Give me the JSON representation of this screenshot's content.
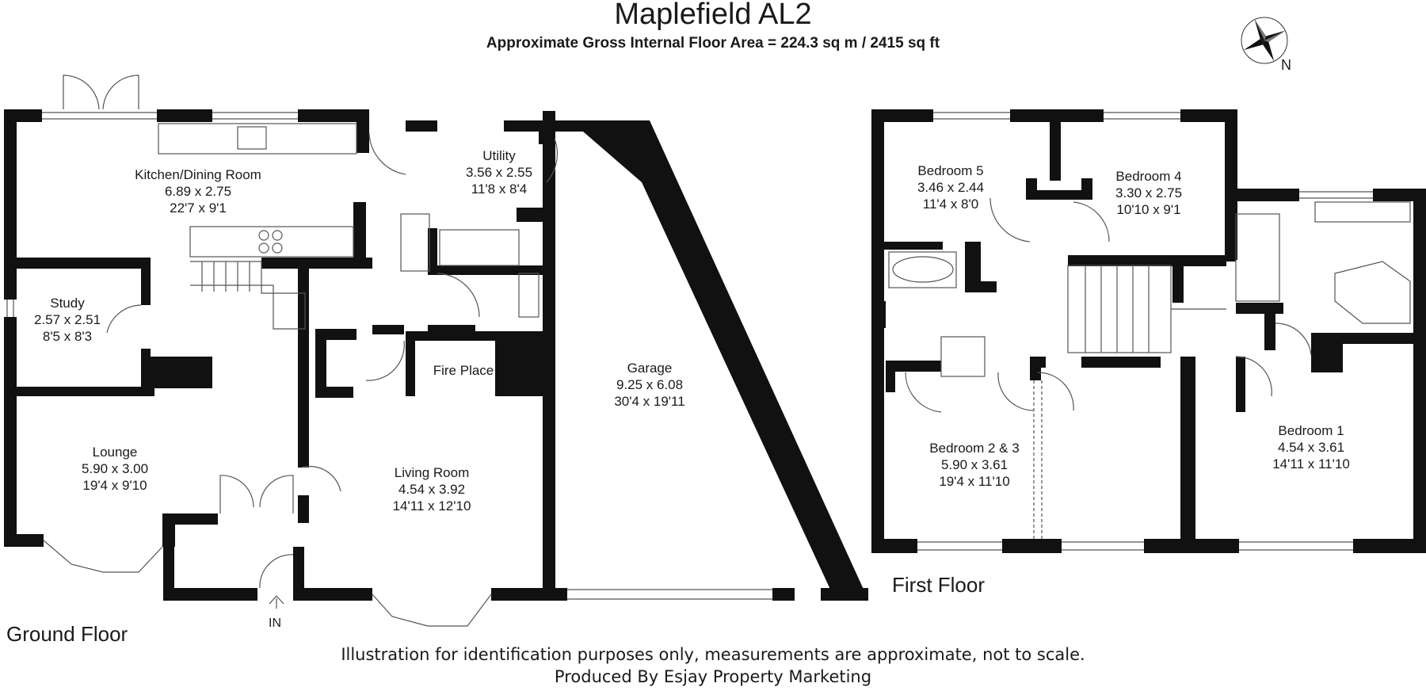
{
  "header": {
    "title": "Maplefield AL2",
    "subtitle": "Approximate Gross Internal Floor Area = 224.3 sq m / 2415 sq ft"
  },
  "compass": {
    "north_label": "N",
    "icon": "compass-rose-icon"
  },
  "ground_floor": {
    "label": "Ground Floor",
    "entrance_label": "IN",
    "rooms": {
      "kitchen": {
        "name": "Kitchen/Dining Room",
        "metric": "6.89 x 2.75",
        "imperial": "22'7 x 9'1"
      },
      "utility": {
        "name": "Utility",
        "metric": "3.56 x 2.55",
        "imperial": "11'8 x 8'4"
      },
      "study": {
        "name": "Study",
        "metric": "2.57 x 2.51",
        "imperial": "8'5 x 8'3"
      },
      "lounge": {
        "name": "Lounge",
        "metric": "5.90 x 3.00",
        "imperial": "19'4 x 9'10"
      },
      "living": {
        "name": "Living Room",
        "metric": "4.54 x 3.92",
        "imperial": "14'11 x 12'10"
      },
      "fireplace": {
        "name": "Fire Place"
      },
      "garage": {
        "name": "Garage",
        "metric": "9.25 x 6.08",
        "imperial": "30'4 x 19'11"
      }
    }
  },
  "first_floor": {
    "label": "First Floor",
    "rooms": {
      "bedroom5": {
        "name": "Bedroom 5",
        "metric": "3.46 x 2.44",
        "imperial": "11'4 x 8'0"
      },
      "bedroom4": {
        "name": "Bedroom 4",
        "metric": "3.30 x 2.75",
        "imperial": "10'10 x 9'1"
      },
      "bedroom23": {
        "name": "Bedroom 2 & 3",
        "metric": "5.90 x 3.61",
        "imperial": "19'4 x 11'10"
      },
      "bedroom1": {
        "name": "Bedroom 1",
        "metric": "4.54 x 3.61",
        "imperial": "14'11 x 11'10"
      }
    }
  },
  "footer": {
    "disclaimer": "Illustration for identification purposes only, measurements are approximate, not to scale.",
    "credit": "Produced By Esjay Property Marketing"
  },
  "colors": {
    "wall": "#111111",
    "line": "#555555",
    "background": "#ffffff"
  }
}
